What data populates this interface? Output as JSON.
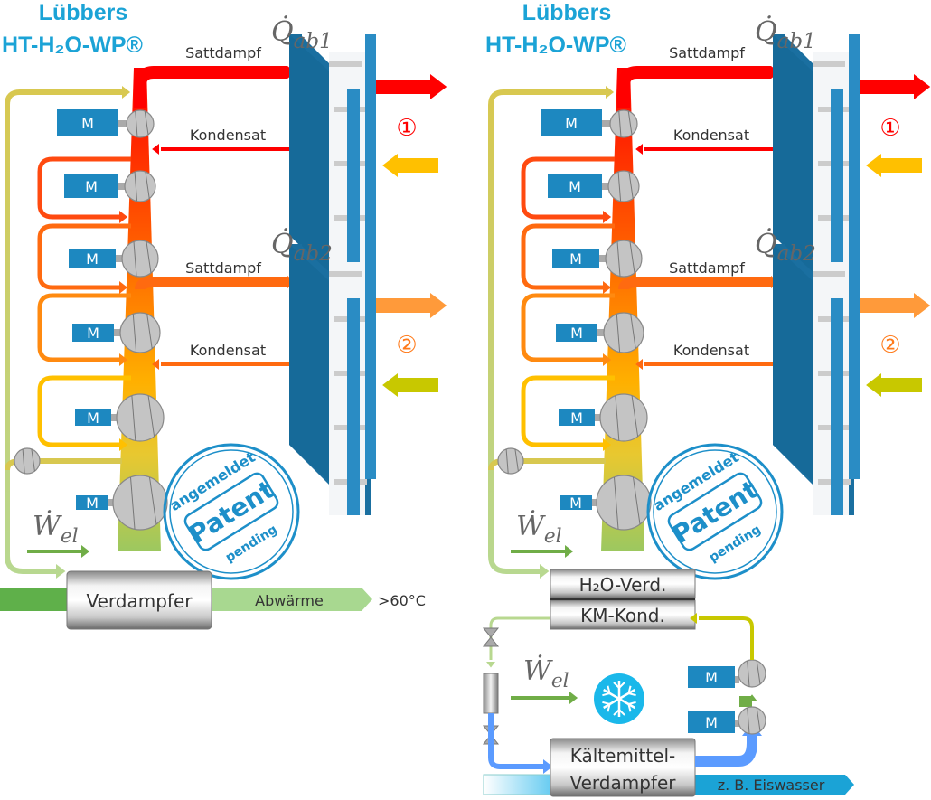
{
  "panels": [
    {
      "id": "left",
      "title_line1": "Lübbers",
      "title_line2": "HT-H₂O-WP®",
      "hx1": {
        "label": "Q̇",
        "subscript": "ab1",
        "steam_label": "Sattdampf",
        "condensate_label": "Kondensat",
        "marker": "①"
      },
      "hx2": {
        "label": "Q̇",
        "subscript": "ab2",
        "steam_label": "Sattdampf",
        "condensate_label": "Kondensat",
        "marker": "②"
      },
      "motor_label": "M",
      "work_label": "Ẇ",
      "work_subscript": "el",
      "evaporator_label": "Verdampfer",
      "source_label": "Abwärme",
      "source_temp": ">60°C",
      "stamp": {
        "top": "angemeldet",
        "middle": "Patent",
        "bottom": "pending"
      }
    },
    {
      "id": "right",
      "title_line1": "Lübbers",
      "title_line2": "HT-H₂O-WP®",
      "hx1": {
        "label": "Q̇",
        "subscript": "ab1",
        "steam_label": "Sattdampf",
        "condensate_label": "Kondensat",
        "marker": "①"
      },
      "hx2": {
        "label": "Q̇",
        "subscript": "ab2",
        "steam_label": "Sattdampf",
        "condensate_label": "Kondensat",
        "marker": "②"
      },
      "motor_label": "M",
      "work_label": "Ẇ",
      "work_subscript": "el",
      "cascade_upper_label": "H₂O-Verd.",
      "cascade_lower_label": "KM-Kond.",
      "refrigerant_evap_line1": "Kältemittel-",
      "refrigerant_evap_line2": "Verdampfer",
      "source_label": "z. B. Eiswasser",
      "snowflake_icon": "snowflake-icon",
      "stamp": {
        "top": "angemeldet",
        "middle": "Patent",
        "bottom": "pending"
      }
    }
  ],
  "colors": {
    "brand_blue": "#1ba3d6",
    "motor_blue": "#1d88c0",
    "hot_red": "#ff0000",
    "orange": "#ff7a1a",
    "yellow": "#ffc000",
    "lime": "#c8c800",
    "green": "#70ad47",
    "cold_blue": "#5b9bff"
  }
}
